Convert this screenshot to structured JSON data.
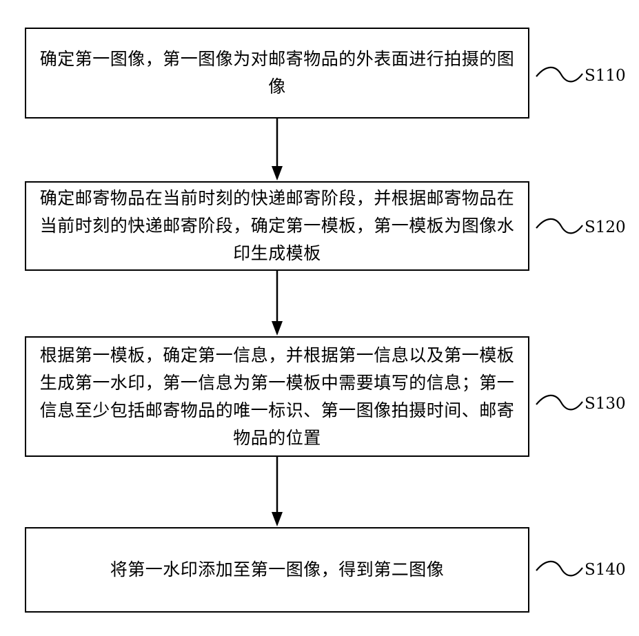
{
  "steps": [
    {
      "id": "S110",
      "text": "确定第一图像，第一图像为对邮寄物品的外表面进行拍摄的图像"
    },
    {
      "id": "S120",
      "text": "确定邮寄物品在当前时刻的快递邮寄阶段，并根据邮寄物品在当前时刻的快递邮寄阶段，确定第一模板，第一模板为图像水印生成模板"
    },
    {
      "id": "S130",
      "text": "根据第一模板，确定第一信息，并根据第一信息以及第一模板生成第一水印，第一信息为第一模板中需要填写的信息；第一信息至少包括邮寄物品的唯一标识、第一图像拍摄时间、邮寄物品的位置"
    },
    {
      "id": "S140",
      "text": "将第一水印添加至第一图像，得到第二图像"
    }
  ]
}
